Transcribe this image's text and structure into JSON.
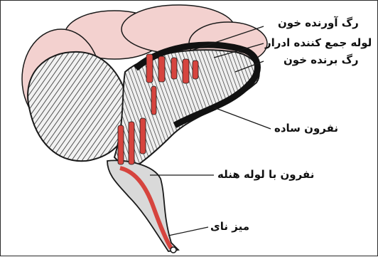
{
  "diagram": {
    "labels": {
      "afferent_vessel": "رگ آورنده خون",
      "collecting_duct": "لوله جمع کننده ادرار",
      "efferent_vessel": "رگ برنده خون",
      "simple_nephron": "نفرون ساده",
      "loop_nephron": "نفرون با لوله هنله",
      "ureter": "میز نای"
    },
    "colors": {
      "cortex": "#f3d1cf",
      "medulla_stripes": "#2a2a2a",
      "vessels": "#d6443e",
      "pelvis": "#d9d9d9",
      "outline": "#1a1a1a"
    }
  }
}
